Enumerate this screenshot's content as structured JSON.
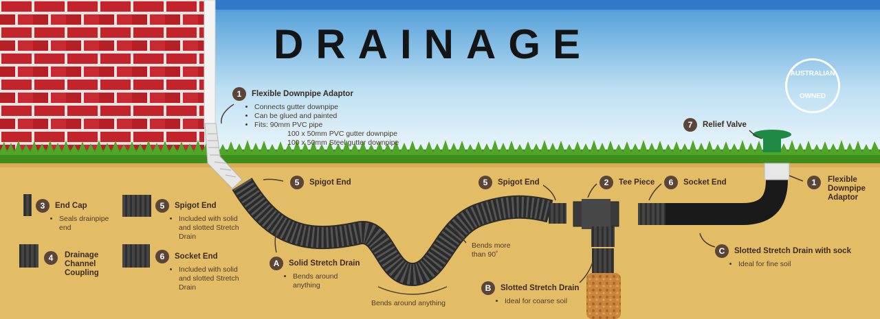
{
  "title": "DRAINAGE",
  "badge_aus": [
    "AUSTRALIAN",
    "OWNED"
  ],
  "colors": {
    "sky_top": "#2f79c6",
    "sky_bottom": "#f1f8fb",
    "soil": "#e3bd65",
    "grass": "#3e8e1e",
    "pipe": "#3a3a3a",
    "brick": "#c3242c",
    "valve": "#1f8a45",
    "badge": "#5a4538"
  },
  "callouts": {
    "adaptor_top": {
      "num": "1",
      "title": "Flexible Downpipe Adaptor",
      "bullets": [
        "Connects gutter downpipe",
        "Can be glued and painted",
        "Fits:   90mm PVC pipe"
      ],
      "extra": [
        "100 x 50mm PVC gutter downpipe",
        "100 x 50mm Steel gutter downpipe"
      ]
    },
    "relief_valve": {
      "num": "7",
      "title": "Relief Valve"
    },
    "spigot_end_left": {
      "num": "5",
      "title": "Spigot End"
    },
    "spigot_end_mid": {
      "num": "5",
      "title": "Spigot End"
    },
    "tee_piece": {
      "num": "2",
      "title": "Tee Piece"
    },
    "socket_end_mid": {
      "num": "6",
      "title": "Socket End"
    },
    "adaptor_right": {
      "num": "1",
      "title": "Flexible Downpipe Adaptor"
    },
    "end_cap": {
      "num": "3",
      "title": "End Cap",
      "bullets": [
        "Seals drainpipe end"
      ]
    },
    "drainage_coupling": {
      "num": "4",
      "title": "Drainage Channel Coupling"
    },
    "spigot_end_legend": {
      "num": "5",
      "title": "Spigot End",
      "bullets": [
        "Included with solid and slotted Stretch Drain"
      ]
    },
    "socket_end_legend": {
      "num": "6",
      "title": "Socket End",
      "bullets": [
        "Included with solid and slotted Stretch Drain"
      ]
    },
    "solid_stretch": {
      "num": "A",
      "title": "Solid Stretch Drain",
      "bullets": [
        "Bends around anything"
      ]
    },
    "slotted_sock": {
      "num": "C",
      "title": "Slotted Stretch Drain with sock",
      "bullets": [
        "Ideal for fine soil"
      ]
    },
    "slotted_coarse": {
      "num": "B",
      "title": "Slotted Stretch Drain",
      "bullets": [
        "Ideal for coarse soil"
      ]
    }
  },
  "notes": {
    "bends_more": "Bends more than 90˚",
    "bends_around": "Bends around anything"
  }
}
